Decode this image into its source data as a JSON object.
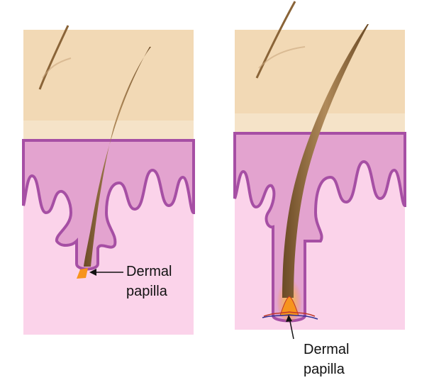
{
  "panels": [
    {
      "label_line1": "Dermal",
      "label_line2": "papilla"
    },
    {
      "label_line1": "Dermal",
      "label_line2": "papilla"
    }
  ],
  "colors": {
    "skin_top": "#f2d9b5",
    "skin_band": "#f5e3c8",
    "epidermis": "#e3a3cf",
    "epidermis_edge": "#a64fa4",
    "dermis": "#fbd3ea",
    "hair": "#8a6438",
    "papilla": "#f7941d"
  }
}
